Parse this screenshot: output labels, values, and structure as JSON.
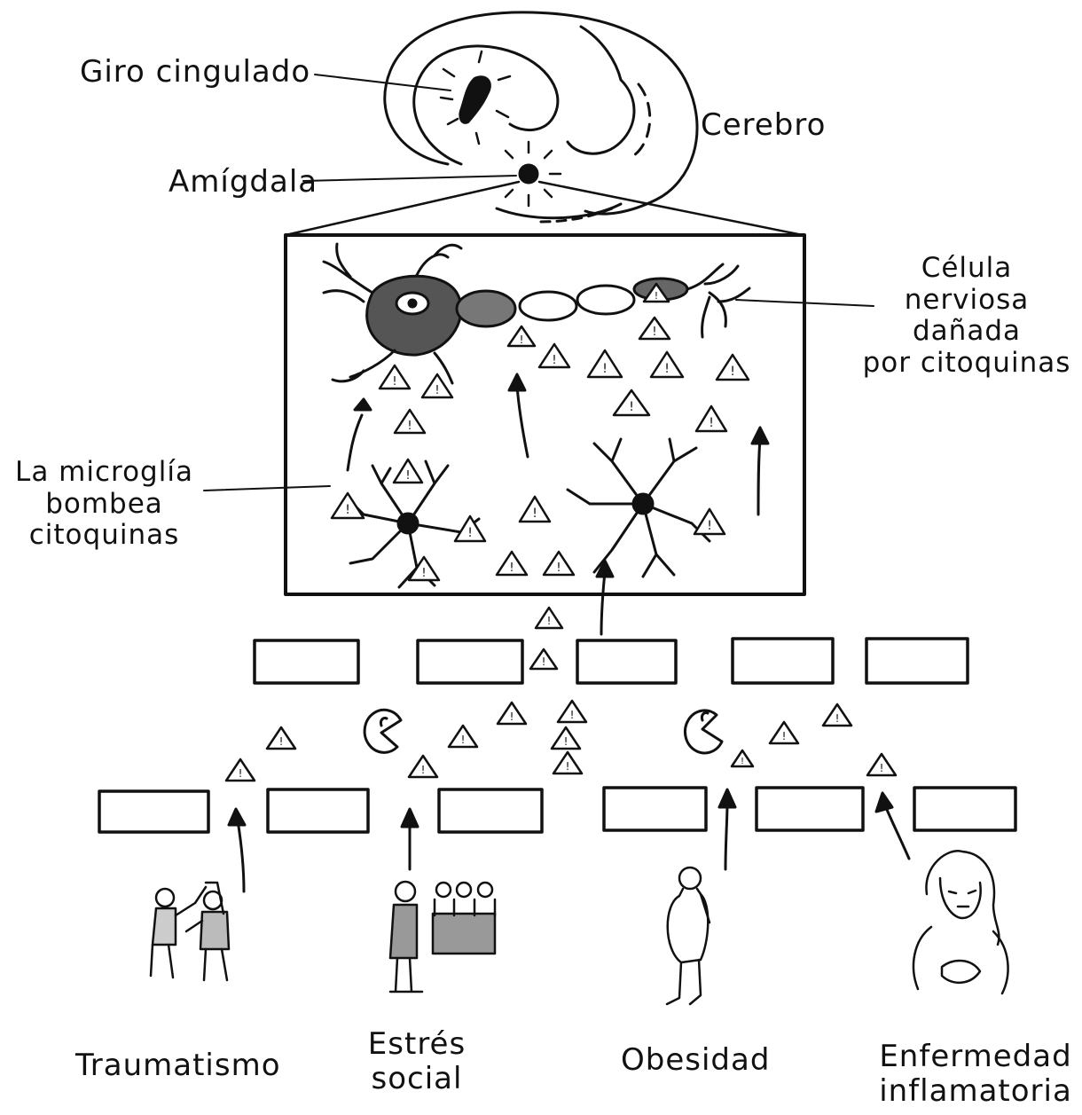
{
  "brain": {
    "label": "Cerebro",
    "cingulate_label": "Giro cingulado",
    "amygdala_label": "Amígdala"
  },
  "callouts": {
    "damaged_cell": [
      "Célula",
      "nerviosa",
      "dañada",
      "por citoquinas"
    ],
    "microglia": [
      "La microglía",
      "bombea",
      "citoquinas"
    ]
  },
  "sources": [
    {
      "name": "Traumatismo",
      "icon": "fighting-figures-icon"
    },
    {
      "name": "Estrés social",
      "lines": [
        "Estrés",
        "social"
      ],
      "icon": "crowd-figures-icon"
    },
    {
      "name": "Obesidad",
      "icon": "standing-figure-icon"
    },
    {
      "name": "Enfermedad inflamatoria",
      "lines": [
        "Enfermedad",
        "inflamatoria"
      ],
      "icon": "woman-figure-icon"
    }
  ],
  "symbols": {
    "cytokine": "triangle-warning-icon",
    "macrophage": "pacman-cell-icon"
  },
  "colors": {
    "ink": "#111111",
    "paper": "#ffffff"
  }
}
